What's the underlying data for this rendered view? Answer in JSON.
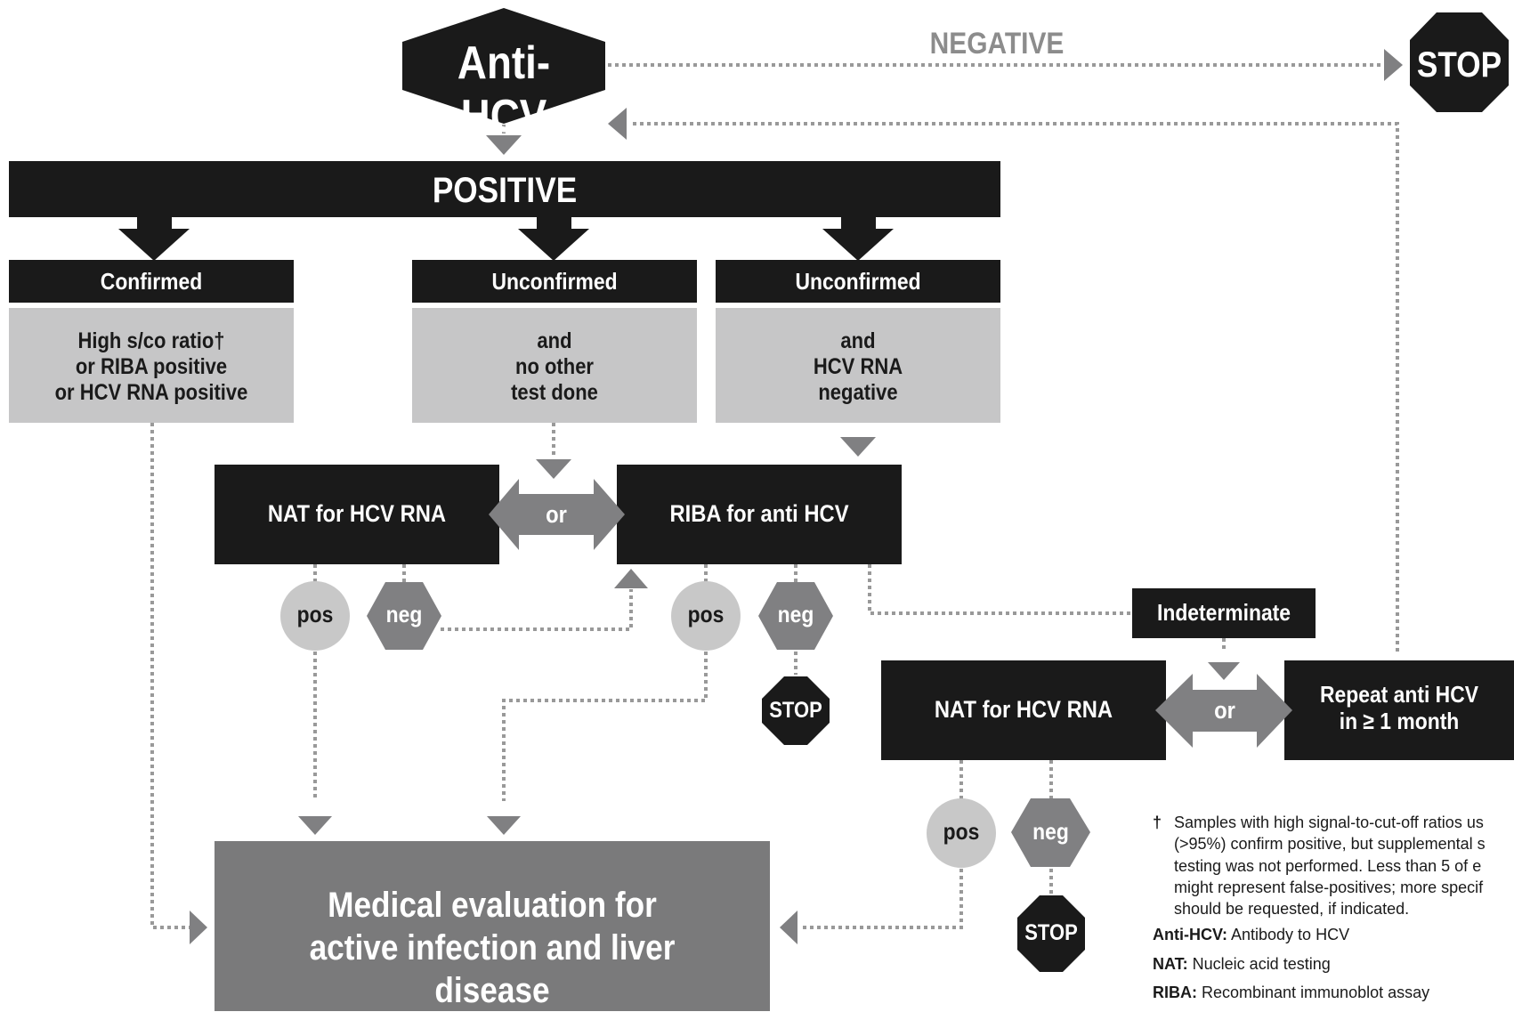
{
  "colors": {
    "black": "#1a1a1a",
    "dark_gray": "#7a7a7b",
    "medium_gray": "#808082",
    "light_gray": "#c6c6c7",
    "circle_gray": "#c8c8c8",
    "dotted_line": "#999999",
    "negative_label": "#8c8c8c"
  },
  "icons": {
    "arrowhead": "triangle-arrow",
    "or_connector": "double-headed-arrow",
    "stop_sign": "octagon",
    "neg_result": "hexagon",
    "pos_result": "circle"
  },
  "top": {
    "start": "Anti-HCV",
    "negative_label": "NEGATIVE",
    "stop": "STOP",
    "positive_bar": "POSITIVE"
  },
  "columns": {
    "confirmed": {
      "header": "Confirmed",
      "body": "High s/co ratio†\nor RIBA positive\nor HCV RNA positive"
    },
    "unconfirmed_no_test": {
      "header": "Unconfirmed",
      "body": "and\nno other\ntest done"
    },
    "unconfirmed_rna_neg": {
      "header": "Unconfirmed",
      "body": "and\nHCV RNA\nnegative"
    }
  },
  "tests": {
    "nat_1": "NAT for HCV RNA",
    "or_1": "or",
    "riba": "RIBA for anti  HCV",
    "nat_2": "NAT for HCV RNA",
    "or_2": "or",
    "repeat": "Repeat anti  HCV\nin ≥ 1 month"
  },
  "results": {
    "nat1_pos": "pos",
    "nat1_neg": "neg",
    "riba_pos": "pos",
    "riba_neg": "neg",
    "riba_stop": "STOP",
    "indeterminate": "Indeterminate",
    "nat2_pos": "pos",
    "nat2_neg": "neg",
    "nat2_stop": "STOP"
  },
  "outcome": "Medical evaluation for\nactive infection and liver disease",
  "legend": {
    "footnote_symbol": "†",
    "footnote_lines": [
      "Samples with high signal-to-cut-off ratios us",
      "(>95%) confirm positive, but supplemental s",
      "testing was not performed.  Less than 5 of e",
      "might represent false-positives; more specif",
      "should be requested, if indicated."
    ],
    "abbreviations": [
      {
        "term": "Anti-HCV:",
        "definition": " Antibody to HCV"
      },
      {
        "term": "NAT:",
        "definition": " Nucleic acid testing"
      },
      {
        "term": "RIBA:",
        "definition": " Recombinant immunoblot assay"
      }
    ]
  }
}
